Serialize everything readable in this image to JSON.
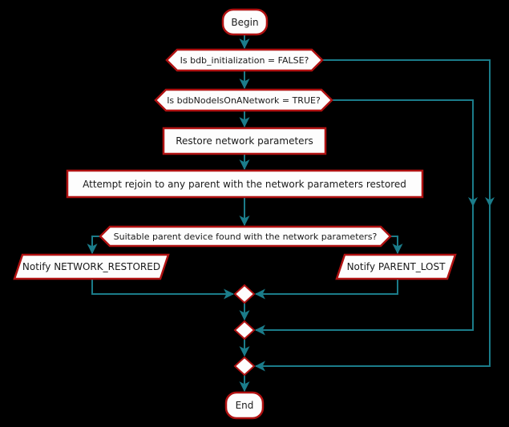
{
  "diagram": {
    "background": "#000000",
    "colors": {
      "background": "#000000",
      "arrow": "#1B7C8A",
      "node_border": "#B01212",
      "node_fill": "#FDFDFD",
      "text": "#1A1A1A"
    },
    "nodes": {
      "begin": {
        "label": "Begin",
        "type": "start"
      },
      "decision_bdb_initialization": {
        "label": "Is bdb_initialization = FALSE?",
        "type": "decision"
      },
      "decision_node_on_network": {
        "label": "Is bdbNodeIsOnANetwork = TRUE?",
        "type": "decision"
      },
      "restore_params": {
        "label": "Restore network parameters",
        "type": "process"
      },
      "attempt_rejoin": {
        "label": "Attempt rejoin to any parent with the network parameters restored",
        "type": "process"
      },
      "decision_parent_found": {
        "label": "Suitable parent device found with the network parameters?",
        "type": "decision"
      },
      "notify_network_restored": {
        "label": "Notify NETWORK_RESTORED",
        "type": "io"
      },
      "notify_parent_lost": {
        "label": "Notify PARENT_LOST",
        "type": "io"
      },
      "merge1": {
        "label": "",
        "type": "merge"
      },
      "merge2": {
        "label": "",
        "type": "merge"
      },
      "merge3": {
        "label": "",
        "type": "merge"
      },
      "end": {
        "label": "End",
        "type": "stop"
      }
    }
  }
}
